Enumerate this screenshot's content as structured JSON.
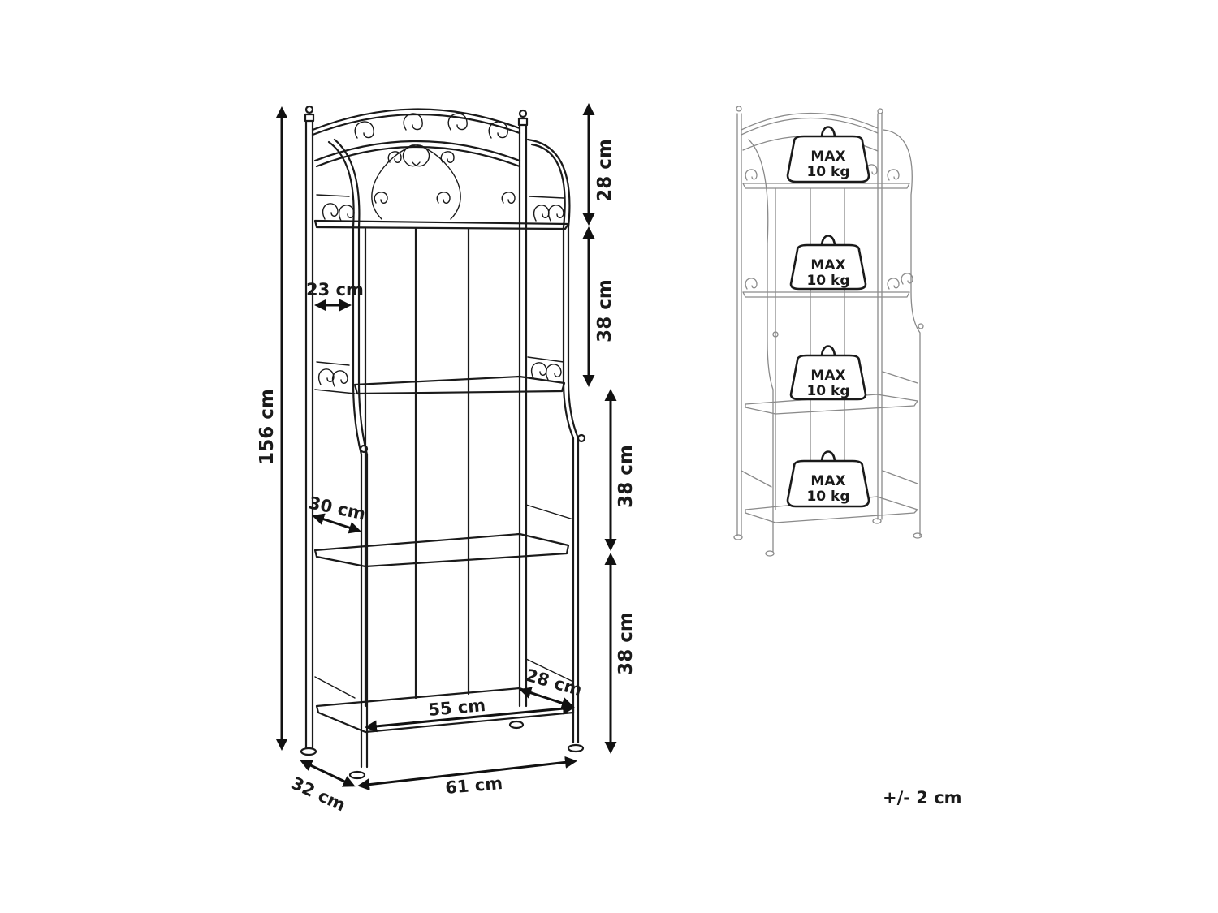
{
  "dimensions": {
    "total_height": "156 cm",
    "top_section": "28 cm",
    "upper_shelf_gap": "38 cm",
    "middle_shelf_gap": "38 cm",
    "bottom_shelf_gap": "38 cm",
    "top_shelf_depth": "23 cm",
    "middle_shelf_depth": "30 cm",
    "inner_width": "55 cm",
    "inner_depth": "28 cm",
    "outer_depth": "32 cm",
    "outer_width": "61 cm"
  },
  "load": {
    "weights": [
      {
        "line1": "MAX",
        "line2": "10 kg"
      },
      {
        "line1": "MAX",
        "line2": "10 kg"
      },
      {
        "line1": "MAX",
        "line2": "10 kg"
      },
      {
        "line1": "MAX",
        "line2": "10 kg"
      }
    ]
  },
  "tolerance": "+/- 2 cm"
}
